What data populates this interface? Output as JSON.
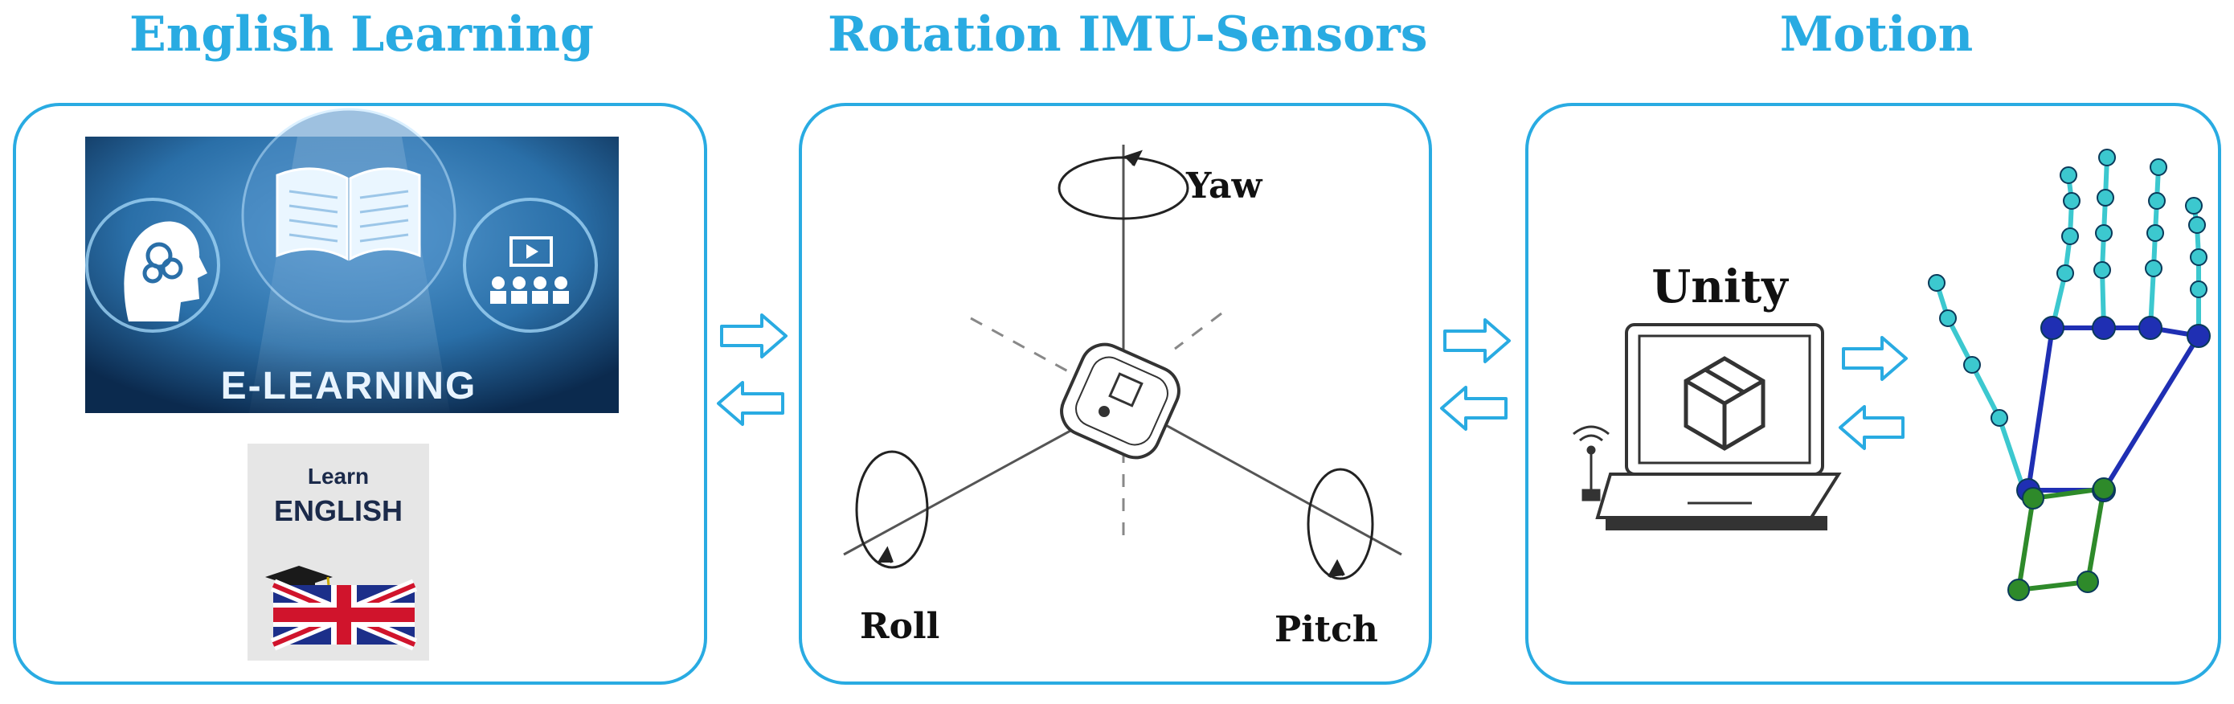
{
  "colors": {
    "accent": "#29abe2",
    "elearning_bg_dark": "#0b2a4e",
    "elearning_bg_light": "#2a6fa8",
    "hand_cyan": "#3cc8cf",
    "hand_blue": "#1f2fb3",
    "hand_green": "#2e8a2a"
  },
  "sections": [
    {
      "title": "English Learning"
    },
    {
      "title": "Rotation IMU-Sensors"
    },
    {
      "title": "Motion"
    }
  ],
  "elearning": {
    "banner_text": "E-LEARNING",
    "card_line1": "Learn",
    "card_line2": "ENGLISH"
  },
  "imu": {
    "yaw_label": "Yaw",
    "roll_label": "Roll",
    "pitch_label": "Pitch"
  },
  "motion": {
    "unity_label": "Unity"
  },
  "icons": [
    "head-gears-icon",
    "open-book-icon",
    "video-lecture-icon",
    "uk-flag-icon",
    "graduation-cap-icon",
    "imu-sensor-icon",
    "laptop-icon",
    "unity-logo-icon",
    "wifi-antenna-icon",
    "hand-skeleton-icon",
    "double-arrow-icon"
  ]
}
